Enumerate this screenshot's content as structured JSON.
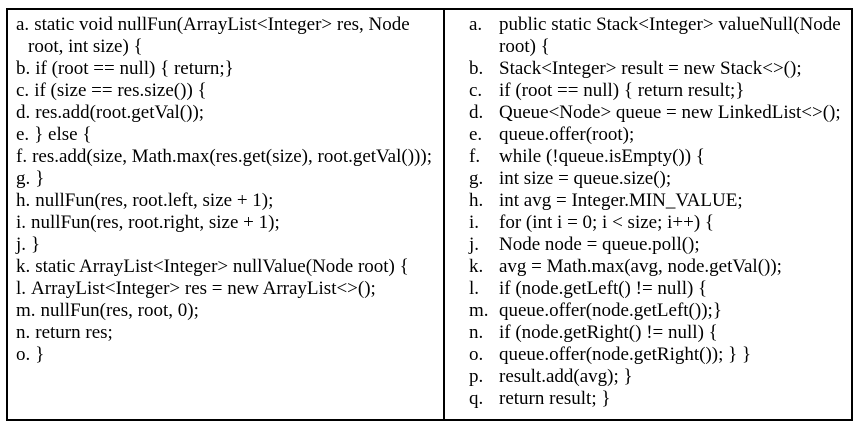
{
  "document": {
    "background_color": "#ffffff",
    "border_color": "#000000",
    "text_color": "#000000"
  },
  "code_table": {
    "left_column": {
      "items": [
        {
          "label": "a.",
          "code": "static void nullFun(ArrayList<Integer> res, Node root, int size) {"
        },
        {
          "label": "b.",
          "code": "if (root == null) { return;}"
        },
        {
          "label": "c.",
          "code": "if (size == res.size()) {"
        },
        {
          "label": "d.",
          "code": "res.add(root.getVal());"
        },
        {
          "label": "e.",
          "code": "} else {"
        },
        {
          "label": "f.",
          "code": "res.add(size, Math.max(res.get(size), root.getVal()));"
        },
        {
          "label": "g.",
          "code": "}"
        },
        {
          "label": "h.",
          "code": "nullFun(res, root.left, size + 1);"
        },
        {
          "label": "i.",
          "code": "nullFun(res, root.right, size + 1);"
        },
        {
          "label": "j.",
          "code": "}"
        },
        {
          "label": "k.",
          "code": "static ArrayList<Integer> nullValue(Node root) {"
        },
        {
          "label": "l.",
          "code": "ArrayList<Integer> res = new ArrayList<>();"
        },
        {
          "label": "m.",
          "code": "nullFun(res, root, 0);"
        },
        {
          "label": "n.",
          "code": "return res;"
        },
        {
          "label": "o.",
          "code": "}"
        }
      ]
    },
    "right_column": {
      "items": [
        {
          "label": "a.",
          "code": "public static Stack<Integer> valueNull(Node root) {"
        },
        {
          "label": "b.",
          "code": "Stack<Integer> result = new Stack<>();"
        },
        {
          "label": "c.",
          "code": "if (root == null) { return result;}"
        },
        {
          "label": "d.",
          "code": "Queue<Node> queue = new LinkedList<>();"
        },
        {
          "label": "e.",
          "code": "queue.offer(root);"
        },
        {
          "label": "f.",
          "code": "while (!queue.isEmpty()) {"
        },
        {
          "label": "g.",
          "code": "int size = queue.size();"
        },
        {
          "label": "h.",
          "code": "int avg = Integer.MIN_VALUE;"
        },
        {
          "label": "i.",
          "code": "for (int i = 0; i < size; i++) {"
        },
        {
          "label": "j.",
          "code": "Node node = queue.poll();"
        },
        {
          "label": "k.",
          "code": "avg = Math.max(avg, node.getVal());"
        },
        {
          "label": "l.",
          "code": "if (node.getLeft() != null) {"
        },
        {
          "label": "m.",
          "code": "queue.offer(node.getLeft());}"
        },
        {
          "label": "n.",
          "code": "if (node.getRight() != null) {"
        },
        {
          "label": "o.",
          "code": "queue.offer(node.getRight()); } }"
        },
        {
          "label": "p.",
          "code": "result.add(avg); }"
        },
        {
          "label": "q.",
          "code": "return result; }"
        }
      ]
    }
  }
}
